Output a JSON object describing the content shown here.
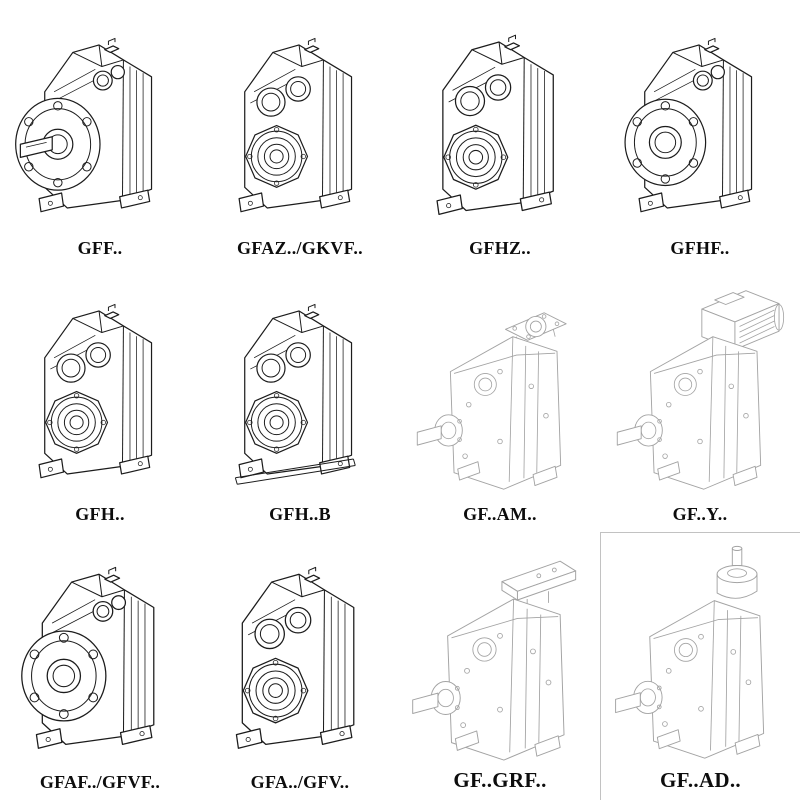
{
  "catalog": {
    "items": [
      {
        "label": "GFF..",
        "drawing": "gearbox-flange-with-shaft-icon"
      },
      {
        "label": "GFAZ../GKVF..",
        "drawing": "gearbox-hollow-bore-icon"
      },
      {
        "label": "GFHZ..",
        "drawing": "gearbox-hollow-bore-icon"
      },
      {
        "label": "GFHF..",
        "drawing": "gearbox-flange-hollow-icon"
      },
      {
        "label": "GFH..",
        "drawing": "gearbox-hollow-bore-icon"
      },
      {
        "label": "GFH..B",
        "drawing": "gearbox-hollow-bore-baseplate-icon"
      },
      {
        "label": "GF..AM..",
        "drawing": "gearbox-input-flange-adapter-icon"
      },
      {
        "label": "GF..Y..",
        "drawing": "gearbox-with-motor-icon"
      },
      {
        "label": "GFAF../GFVF..",
        "drawing": "gearbox-flange-hollow-icon"
      },
      {
        "label": "GFA../GFV..",
        "drawing": "gearbox-hollow-bore-icon"
      },
      {
        "label": "GF..GRF..",
        "drawing": "gearbox-top-mount-plate-icon"
      },
      {
        "label": "GF..AD..",
        "drawing": "gearbox-input-shaft-adapter-icon"
      }
    ]
  }
}
